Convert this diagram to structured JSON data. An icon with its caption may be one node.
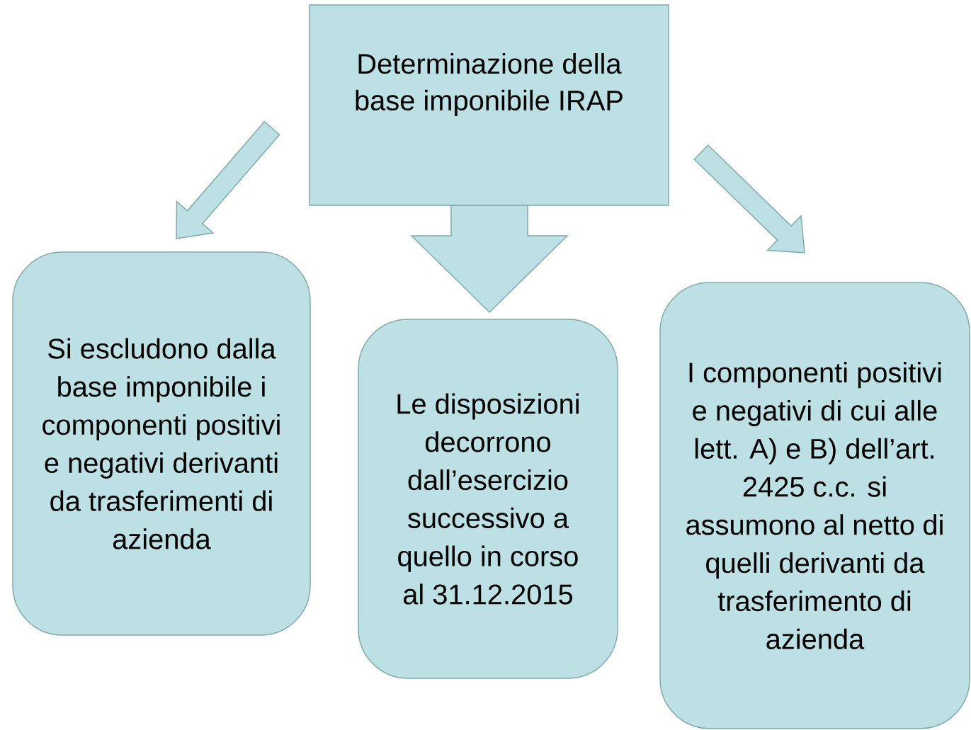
{
  "diagram": {
    "nodes": [
      {
        "text": [
          "Determinazione della base imponibile IRAP"
        ]
      },
      {
        "text": [
          "Si escludono dalla base imponibile i componenti positivi e negativi derivanti da trasferimenti di azienda"
        ]
      },
      {
        "text": [
          "Le disposizioni decorrono dall’esercizio successivo a quello in corso al 31.12.2015"
        ]
      },
      {
        "text": [
          "I componenti positivi e negativi di cui alle lett. A) e B) dell’art. 2425 c.c. si assumono al netto di quelli derivanti da trasferimento di azienda"
        ]
      }
    ],
    "edges": [
      {
        "from": 0,
        "to": 1,
        "arrow": "to"
      },
      {
        "from": 0,
        "to": 2,
        "arrow": "to"
      },
      {
        "from": 0,
        "to": 3,
        "arrow": "to"
      }
    ]
  }
}
